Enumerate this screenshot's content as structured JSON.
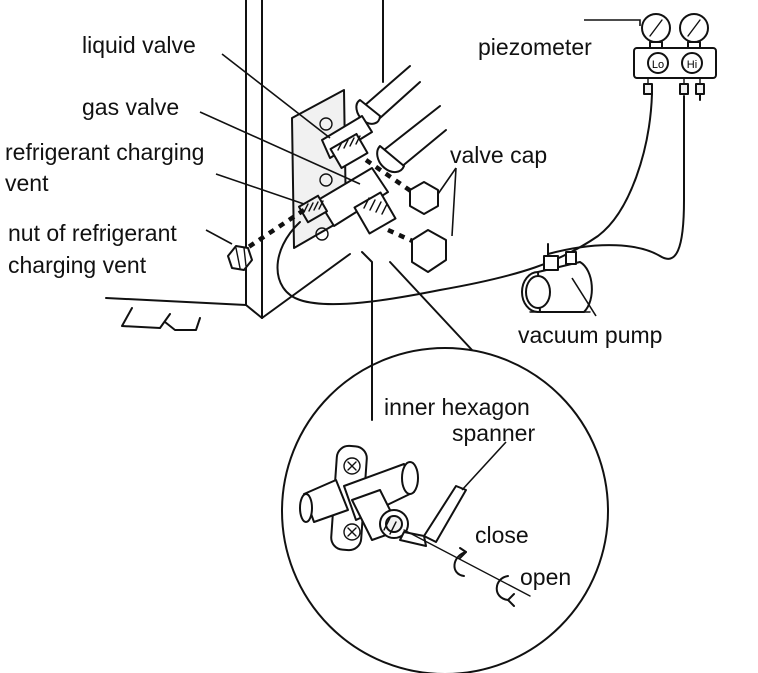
{
  "labels": {
    "liquid_valve": "liquid valve",
    "gas_valve": "gas valve",
    "refrigerant_charging_vent_line1": "refrigerant charging",
    "refrigerant_charging_vent_line2": "vent",
    "nut_line1": "nut of refrigerant",
    "nut_line2": "charging vent",
    "valve_cap": "valve cap",
    "piezometer": "piezometer",
    "gauge_lo": "Lo",
    "gauge_hi": "Hi",
    "vacuum_pump": "vacuum pump",
    "inner_hexagon_line1": "inner hexagon",
    "inner_hexagon_line2": "spanner",
    "close": "close",
    "open": "open"
  },
  "icons": [
    "outdoor-unit-icon",
    "service-valve-icon",
    "valve-cap-icon",
    "hex-nut-icon",
    "manifold-gauge-icon",
    "vacuum-pump-icon",
    "hex-key-icon",
    "rotate-arrow-icon"
  ],
  "colors": {
    "line": "#111111",
    "background": "#ffffff"
  }
}
